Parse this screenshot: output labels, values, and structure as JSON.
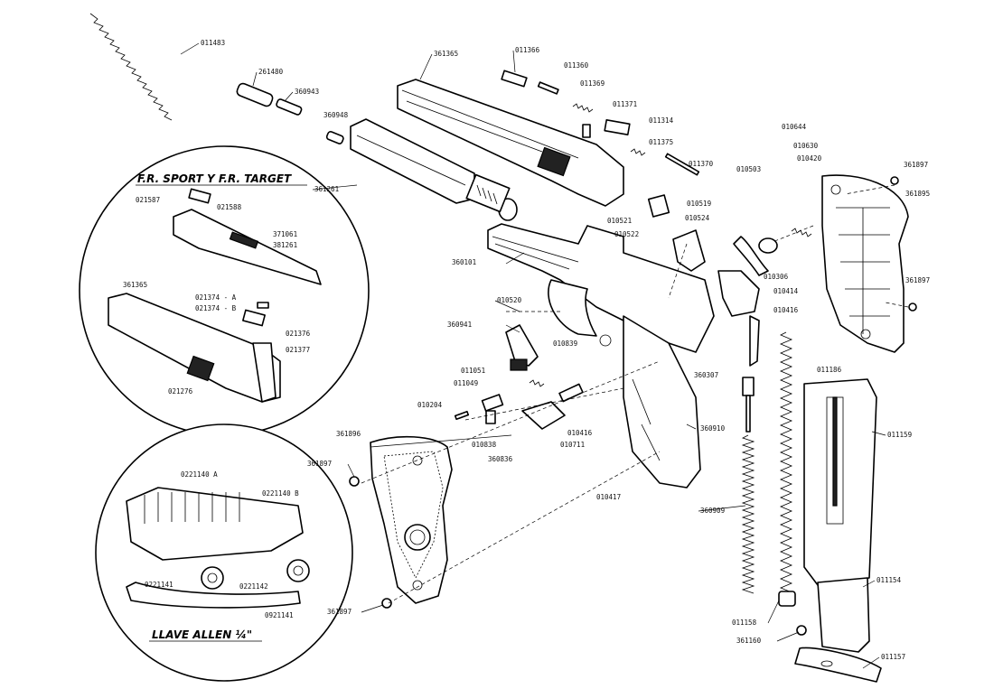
{
  "inset_titles": {
    "top": "F.R. SPORT  Y  F.R. TARGET",
    "bottom": "LLAVE ALLEN ¼\""
  },
  "labels": [
    "011483",
    "261480",
    "360943",
    "360948",
    "361365",
    "011366",
    "011360",
    "011369",
    "011371",
    "011314",
    "011375",
    "011370",
    "361261",
    "010503",
    "010519",
    "010524",
    "010521",
    "010522",
    "360101",
    "010520",
    "360941",
    "010839",
    "011051",
    "011049",
    "010204",
    "361896",
    "361897",
    "360836",
    "010838",
    "010416",
    "010711",
    "010417",
    "010644",
    "010630",
    "010420",
    "361897",
    "361895",
    "361897",
    "010306",
    "010414",
    "010416",
    "360307",
    "011186",
    "360910",
    "011159",
    "360909",
    "011158",
    "011154",
    "361160",
    "011157",
    "361897",
    "021587",
    "021588",
    "371061",
    "381261",
    "361365",
    "021374 - A",
    "021374 - B",
    "021376",
    "021377",
    "021276",
    "0221140 A",
    "0221140 B",
    "0221141",
    "0221142",
    "0921141"
  ]
}
